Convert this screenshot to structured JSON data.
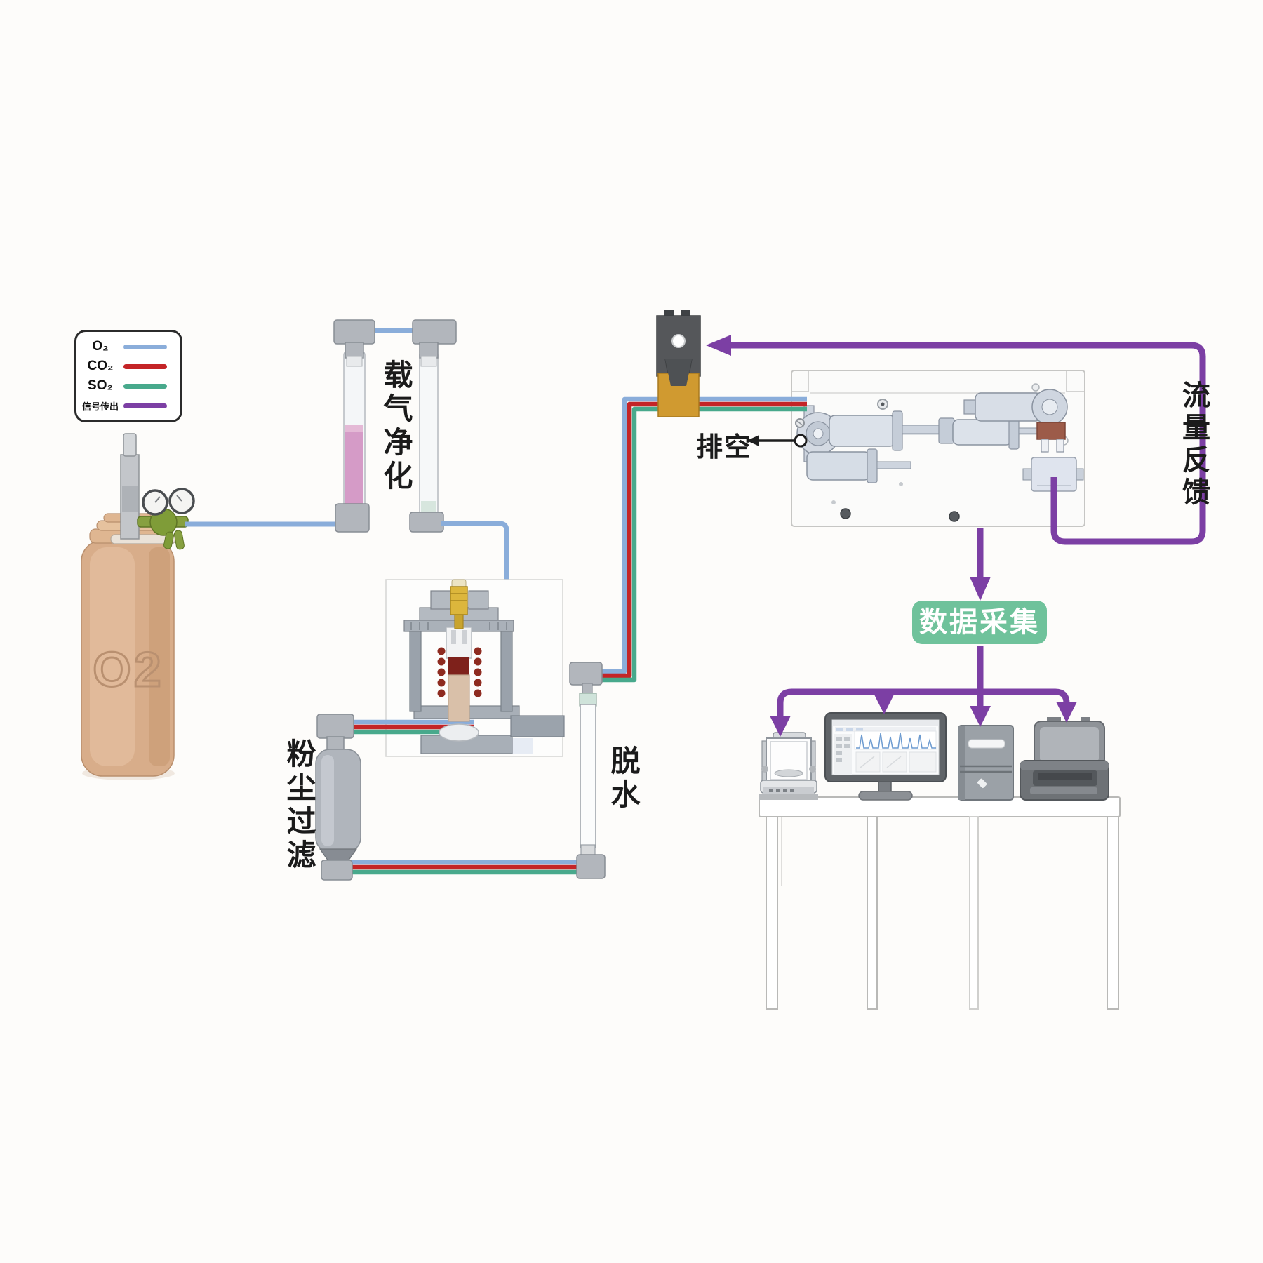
{
  "legend": {
    "items": [
      {
        "label": "O₂",
        "color_key": "o2"
      },
      {
        "label": "CO₂",
        "color_key": "co2"
      },
      {
        "label": "SO₂",
        "color_key": "so2"
      },
      {
        "label": "信号传出",
        "color_key": "signal"
      }
    ]
  },
  "labels": {
    "cylinder": "O2",
    "purifier": "载气净化",
    "dust_filter": "粉尘过滤",
    "dehydration": "脱水",
    "vent": "排空",
    "flow_feedback": "流量反馈",
    "daq": "数据采集"
  },
  "colors": {
    "o2": "#8aadda",
    "co2": "#c42427",
    "so2": "#48a98c",
    "signal": "#7c3fa4",
    "green-badge": "#6fc29b",
    "tan": "#d8ad8a",
    "pink": "#d59bc7",
    "gold": "#dcb63c",
    "sample": "#7e211b"
  }
}
